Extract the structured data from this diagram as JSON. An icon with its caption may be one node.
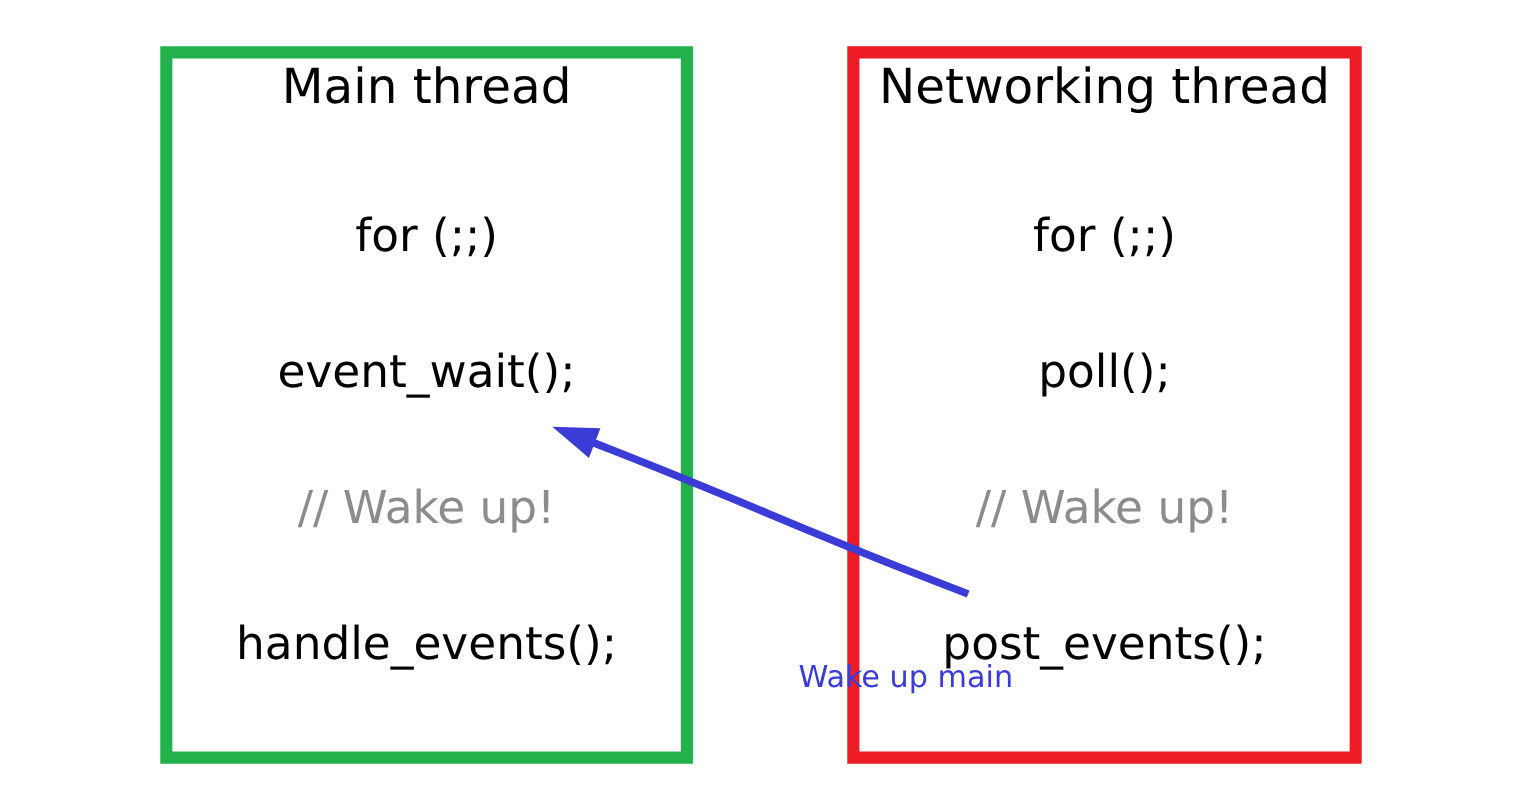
{
  "diagram": {
    "nodes": [
      {
        "text": [
          "Main thread"
        ]
      },
      {
        "text": [
          "for (;;)"
        ],
        "in": 0
      },
      {
        "text": [
          "event_wait();"
        ],
        "in": 0
      },
      {
        "text": [
          "// Wake up!"
        ],
        "in": 0
      },
      {
        "text": [
          "handle_events();"
        ],
        "in": 0
      },
      {
        "text": [
          "Networking thread"
        ]
      },
      {
        "text": [
          "for (;;)"
        ],
        "in": 5
      },
      {
        "text": [
          "poll();"
        ],
        "in": 5
      },
      {
        "text": [
          "// Wake up!"
        ],
        "in": 5
      },
      {
        "text": [
          "post_events();"
        ],
        "in": 5
      }
    ],
    "edges": [
      {
        "from": 9,
        "to": 2,
        "arrow": "to",
        "label": "Wake up main",
        "color": "#3b3bd6"
      }
    ]
  }
}
